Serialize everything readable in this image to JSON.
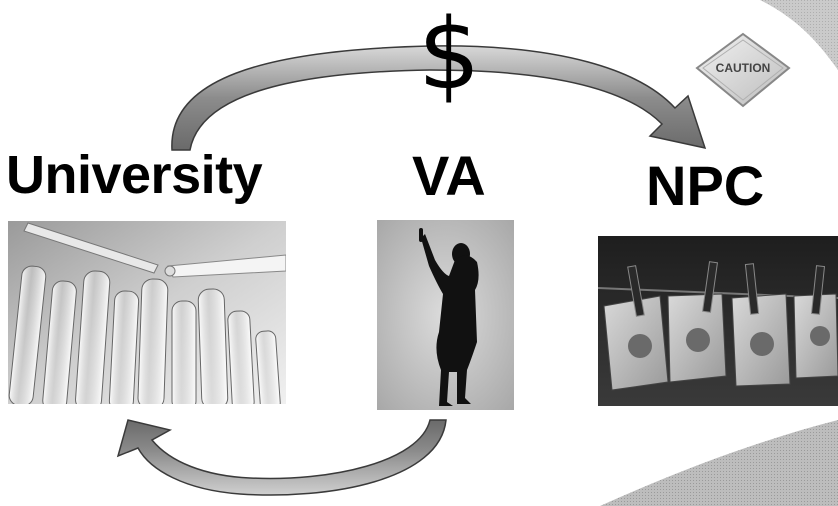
{
  "nodes": {
    "university": "University",
    "va": "VA",
    "npc": "NPC"
  },
  "money_symbol": "$",
  "caution_sign": {
    "text": "CAUTION"
  },
  "photos": {
    "university": "test-tubes-photo",
    "va": "woman-silhouette-photo",
    "npc": "money-on-clothesline-photo"
  },
  "arrows": {
    "top": {
      "from": "University",
      "to": "NPC"
    },
    "bottom": {
      "from": "VA",
      "to": "University"
    }
  }
}
